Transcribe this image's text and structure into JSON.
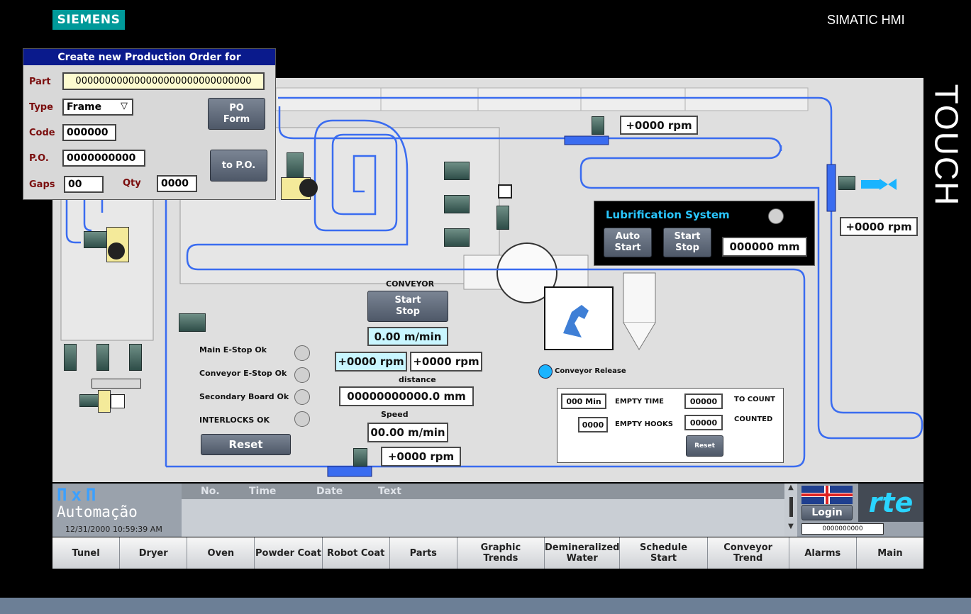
{
  "header": {
    "brand": "SIEMENS",
    "product": "SIMATIC HMI",
    "touch_label": "TOUCH"
  },
  "po_form": {
    "title": "Create new Production Order for",
    "part_label": "Part",
    "part_value": "000000000000000000000000000000",
    "type_label": "Type",
    "type_value": "Frame",
    "code_label": "Code",
    "code_value": "000000",
    "po_label": "P.O.",
    "po_value": "0000000000",
    "gaps_label": "Gaps",
    "gaps_value": "00",
    "qty_label": "Qty",
    "qty_value": "0000",
    "po_form_button": "PO Form",
    "to_po_button": "to P.O."
  },
  "readouts": {
    "motor_top_rpm": "+0000 rpm",
    "motor_right_rpm": "+0000 rpm",
    "conveyor_speed": "0.00 m/min",
    "conveyor_rpm_a": "+0000 rpm",
    "conveyor_rpm_b": "+0000 rpm",
    "distance_value": "00000000000.0 mm",
    "speed_value": "00.00 m/min",
    "bottom_rpm": "+0000 rpm"
  },
  "lubrication": {
    "title": "Lubrification System",
    "auto_start": "Auto Start",
    "start_stop": "Start Stop",
    "distance": "000000 mm"
  },
  "conveyor": {
    "title": "CONVEYOR",
    "start_stop": "Start Stop",
    "distance_label": "distance",
    "speed_label": "Speed",
    "release_label": "Conveyor Release"
  },
  "status": {
    "main_estop": "Main E-Stop Ok",
    "conveyor_estop": "Conveyor E-Stop Ok",
    "secondary_board": "Secondary Board Ok",
    "interlocks": "INTERLOCKS OK",
    "reset": "Reset"
  },
  "counters": {
    "empty_time_value": "000  Min",
    "empty_time_label": "EMPTY TIME",
    "to_count_value": "00000",
    "to_count_label": "TO COUNT",
    "empty_hooks_value": "0000",
    "empty_hooks_label": "EMPTY HOOKS",
    "counted_value": "00000",
    "counted_label": "COUNTED",
    "reset": "Reset"
  },
  "alarm_panel": {
    "logo_line": "Automação",
    "datetime": "12/31/2000 10:59:39 AM",
    "columns": [
      "No.",
      "Time",
      "Date",
      "Text"
    ],
    "login": "Login",
    "user_field": "0000000000",
    "rte_logo": "rte"
  },
  "nav": [
    "Tunel",
    "Dryer",
    "Oven",
    "Powder Coat",
    "Robot Coat",
    "Parts",
    "Graphic Trends",
    "Demineralized Water",
    "Schedule Start",
    "Conveyor Trend",
    "Alarms",
    "Main"
  ],
  "colors": {
    "siemens": "#009999",
    "po_title": "#0a1a8c",
    "conveyor_line": "#3a6cf0",
    "release_lamp": "#1ab4ff"
  }
}
